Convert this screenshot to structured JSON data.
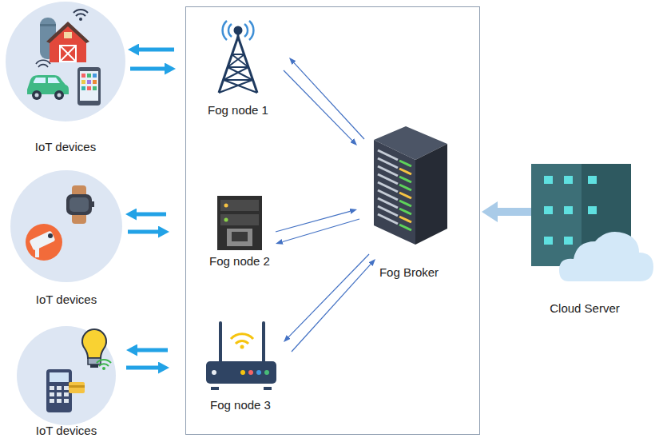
{
  "diagram": {
    "nodes": [
      {
        "text": [
          "IoT devices"
        ]
      },
      {
        "text": [
          "Fog node 1"
        ]
      },
      {
        "text": [
          "Fog Broker"
        ]
      },
      {
        "text": [
          "IoT devices"
        ]
      },
      {
        "text": [
          "Fog node 2"
        ]
      },
      {
        "text": [
          "IoT devices"
        ]
      },
      {
        "text": [
          "Fog node 3"
        ]
      },
      {
        "text": [
          "Cloud Server"
        ]
      }
    ],
    "edges": [
      {
        "from": 1,
        "to": 0,
        "arrow": "to"
      },
      {
        "from": 0,
        "to": 1,
        "arrow": "to"
      },
      {
        "from": 2,
        "to": 1,
        "arrow": "to"
      },
      {
        "from": 1,
        "to": 2,
        "arrow": "to"
      },
      {
        "from": 4,
        "to": 3,
        "arrow": "to"
      },
      {
        "from": 3,
        "to": 4,
        "arrow": "to"
      },
      {
        "from": 6,
        "to": 5,
        "arrow": "to"
      },
      {
        "from": 5,
        "to": 6,
        "arrow": "to"
      },
      {
        "from": 4,
        "to": 2,
        "arrow": "to"
      },
      {
        "from": 2,
        "to": 4,
        "arrow": "to"
      },
      {
        "from": 6,
        "to": 2,
        "arrow": "to"
      },
      {
        "from": 2,
        "to": 6,
        "arrow": "to"
      },
      {
        "from": 2,
        "to": 7,
        "arrow": "both"
      }
    ]
  }
}
